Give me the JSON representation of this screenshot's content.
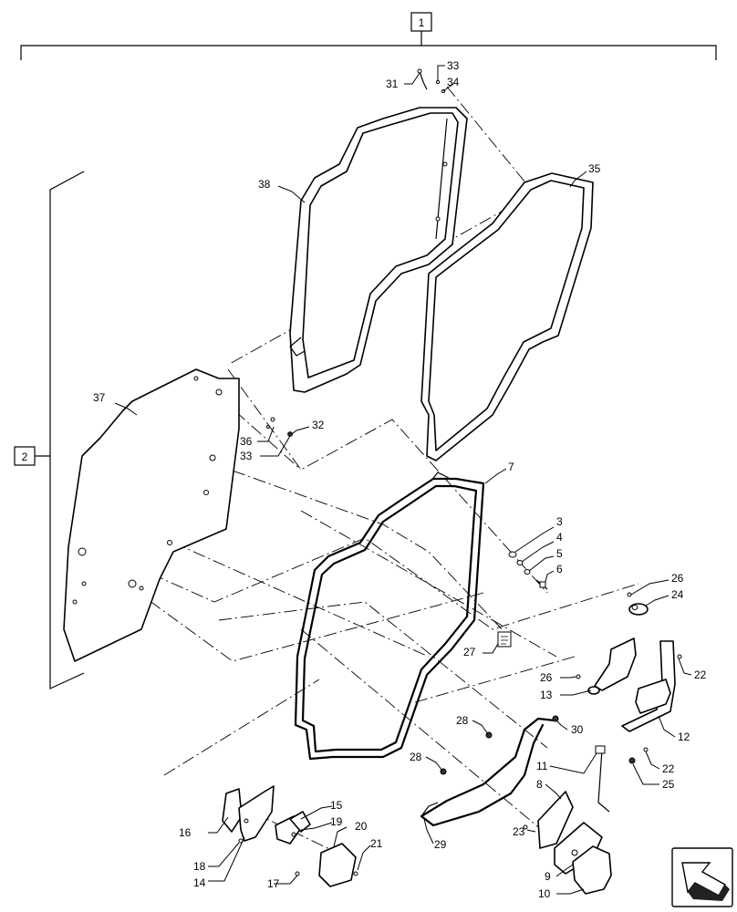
{
  "assembly": {
    "group_label": "1",
    "sub_group_label": "2"
  },
  "callouts": {
    "c3": "3",
    "c4": "4",
    "c5": "5",
    "c6": "6",
    "c7": "7",
    "c8": "8",
    "c9": "9",
    "c10": "10",
    "c11": "11",
    "c12": "12",
    "c13": "13",
    "c14": "14",
    "c15": "15",
    "c16": "16",
    "c17": "17",
    "c18": "18",
    "c19": "19",
    "c20": "20",
    "c21": "21",
    "c22a": "22",
    "c22b": "22",
    "c23": "23",
    "c24": "24",
    "c25": "25",
    "c26a": "26",
    "c26b": "26",
    "c27": "27",
    "c28a": "28",
    "c28b": "28",
    "c29": "29",
    "c30": "30",
    "c31": "31",
    "c32": "32",
    "c33a": "33",
    "c33b": "33",
    "c34": "34",
    "c35": "35",
    "c36": "36",
    "c37": "37",
    "c38": "38"
  },
  "icons": {
    "nav": "direction-arrow-icon"
  }
}
